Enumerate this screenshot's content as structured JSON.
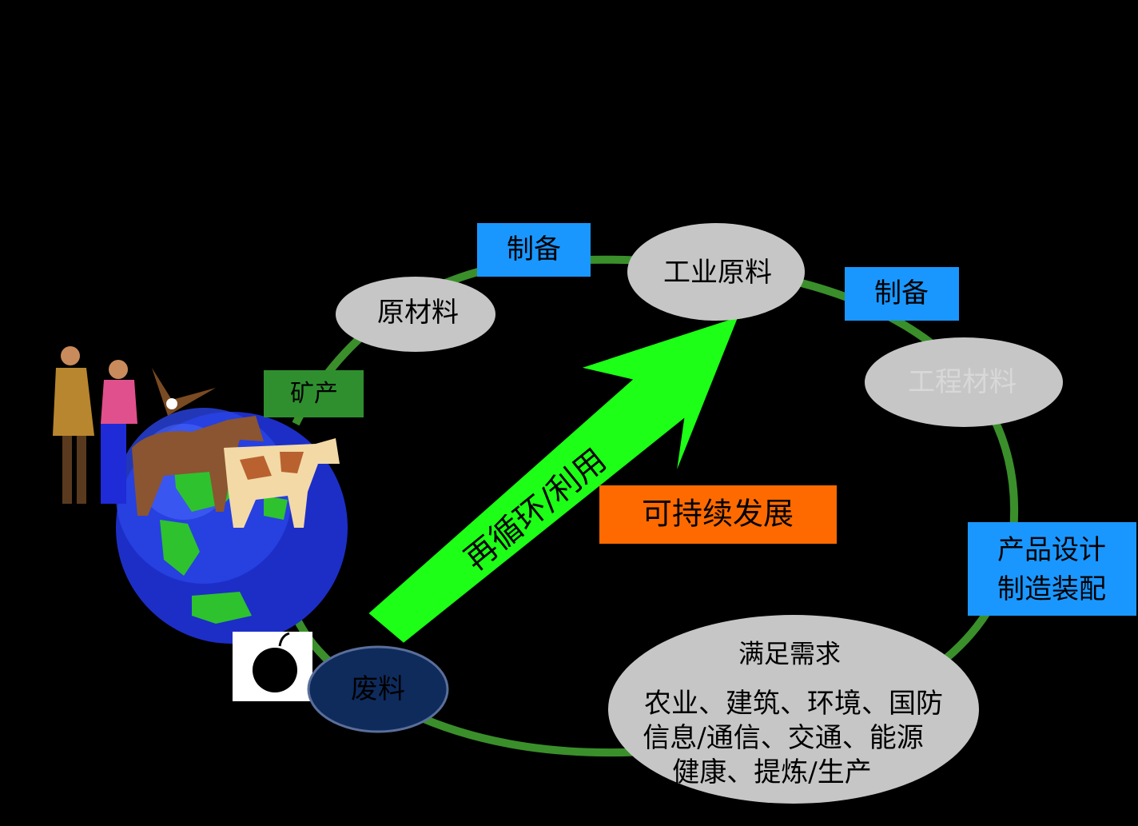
{
  "diagram": {
    "colors": {
      "background": "#000000",
      "cycle_ring": "#3a8f2b",
      "node_fill": "#c6c6c6",
      "node_text": "#000000",
      "dark_node_fill": "#0f2b5c",
      "process_box": "#1a97ff",
      "mining_box": "#2f8f2f",
      "recycle_arrow": "#1dff16",
      "sustain_box": "#ff6a00"
    },
    "nodes": {
      "raw_materials": "原材料",
      "industrial_materials": "工业原料",
      "engineering_materials": "工程材料",
      "waste": "废料",
      "demand": {
        "title": "满足需求",
        "line1": "农业、建筑、环境、国防",
        "line2": "信息/通信、交通、能源",
        "line3": "健康、提炼/生产"
      }
    },
    "process_boxes": {
      "mining": "矿产",
      "prep1": "制备",
      "prep2": "制备",
      "design_line1": "产品设计",
      "design_line2": "制造装配"
    },
    "recycle_arrow_label": "再循环/利用",
    "sustain_label": "可持续发展",
    "icons": {
      "earth": "earth-globe-icon",
      "people": "people-icon",
      "eagle": "eagle-icon",
      "horse": "horse-icon",
      "cow": "cow-icon",
      "bomb": "bomb-icon"
    }
  }
}
